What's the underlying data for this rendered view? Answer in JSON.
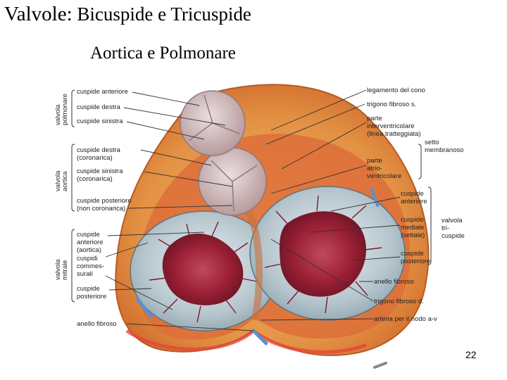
{
  "slide": {
    "title_lead": "Valvole:",
    "title_rest": " Bicuspide e Tricuspide",
    "subtitle": "Aortica e Polmonare",
    "page_number": "22"
  },
  "groups": {
    "valvola_polmonare": [
      "valvola",
      "polmonare"
    ],
    "valvola_aortica": [
      "valvola",
      "aortica"
    ],
    "valvola_mitrale": [
      "valvola",
      "mitrale"
    ],
    "setto_membranoso": [
      "setto",
      "membranoso"
    ],
    "valvola_tricuspide": [
      "valvola",
      "tri-",
      "cuspide"
    ]
  },
  "labels_left": [
    [
      "cuspide anteriore"
    ],
    [
      "cuspide destra"
    ],
    [
      "cuspide sinistra"
    ],
    [
      "cuspide destra",
      "(coronarica)"
    ],
    [
      "cuspide sinistra",
      "(coronarica)"
    ],
    [
      "cuspide posteriore",
      "(non coronarica)"
    ],
    [
      "cuspide",
      "anteriore",
      "(aortica)"
    ],
    [
      "cuspidi",
      "commes-",
      "surali"
    ],
    [
      "cuspide",
      "posteriore"
    ],
    [
      "anello fibroso"
    ]
  ],
  "labels_right": [
    [
      "legamento del cono"
    ],
    [
      "trigono fibroso s."
    ],
    [
      "parte",
      "interventricolare",
      "(linea tratteggiata)"
    ],
    [
      "parte",
      "atrio-",
      "ventricolare"
    ],
    [
      "cuspide",
      "anteriore"
    ],
    [
      "cuspide",
      "mediale",
      "(settale)"
    ],
    [
      "cuspide",
      "posteriore"
    ],
    [
      "anello fibroso"
    ],
    [
      "trigono fibroso d."
    ],
    [
      "arteria per il nodo a-v"
    ]
  ],
  "colors": {
    "tissue_outer": "#e8a04a",
    "tissue_mid": "#d9663a",
    "lumen": "#b9c7cf",
    "valve_leaflet": "#c8a7aa",
    "muscle": "#a3243a",
    "line": "#333333"
  }
}
